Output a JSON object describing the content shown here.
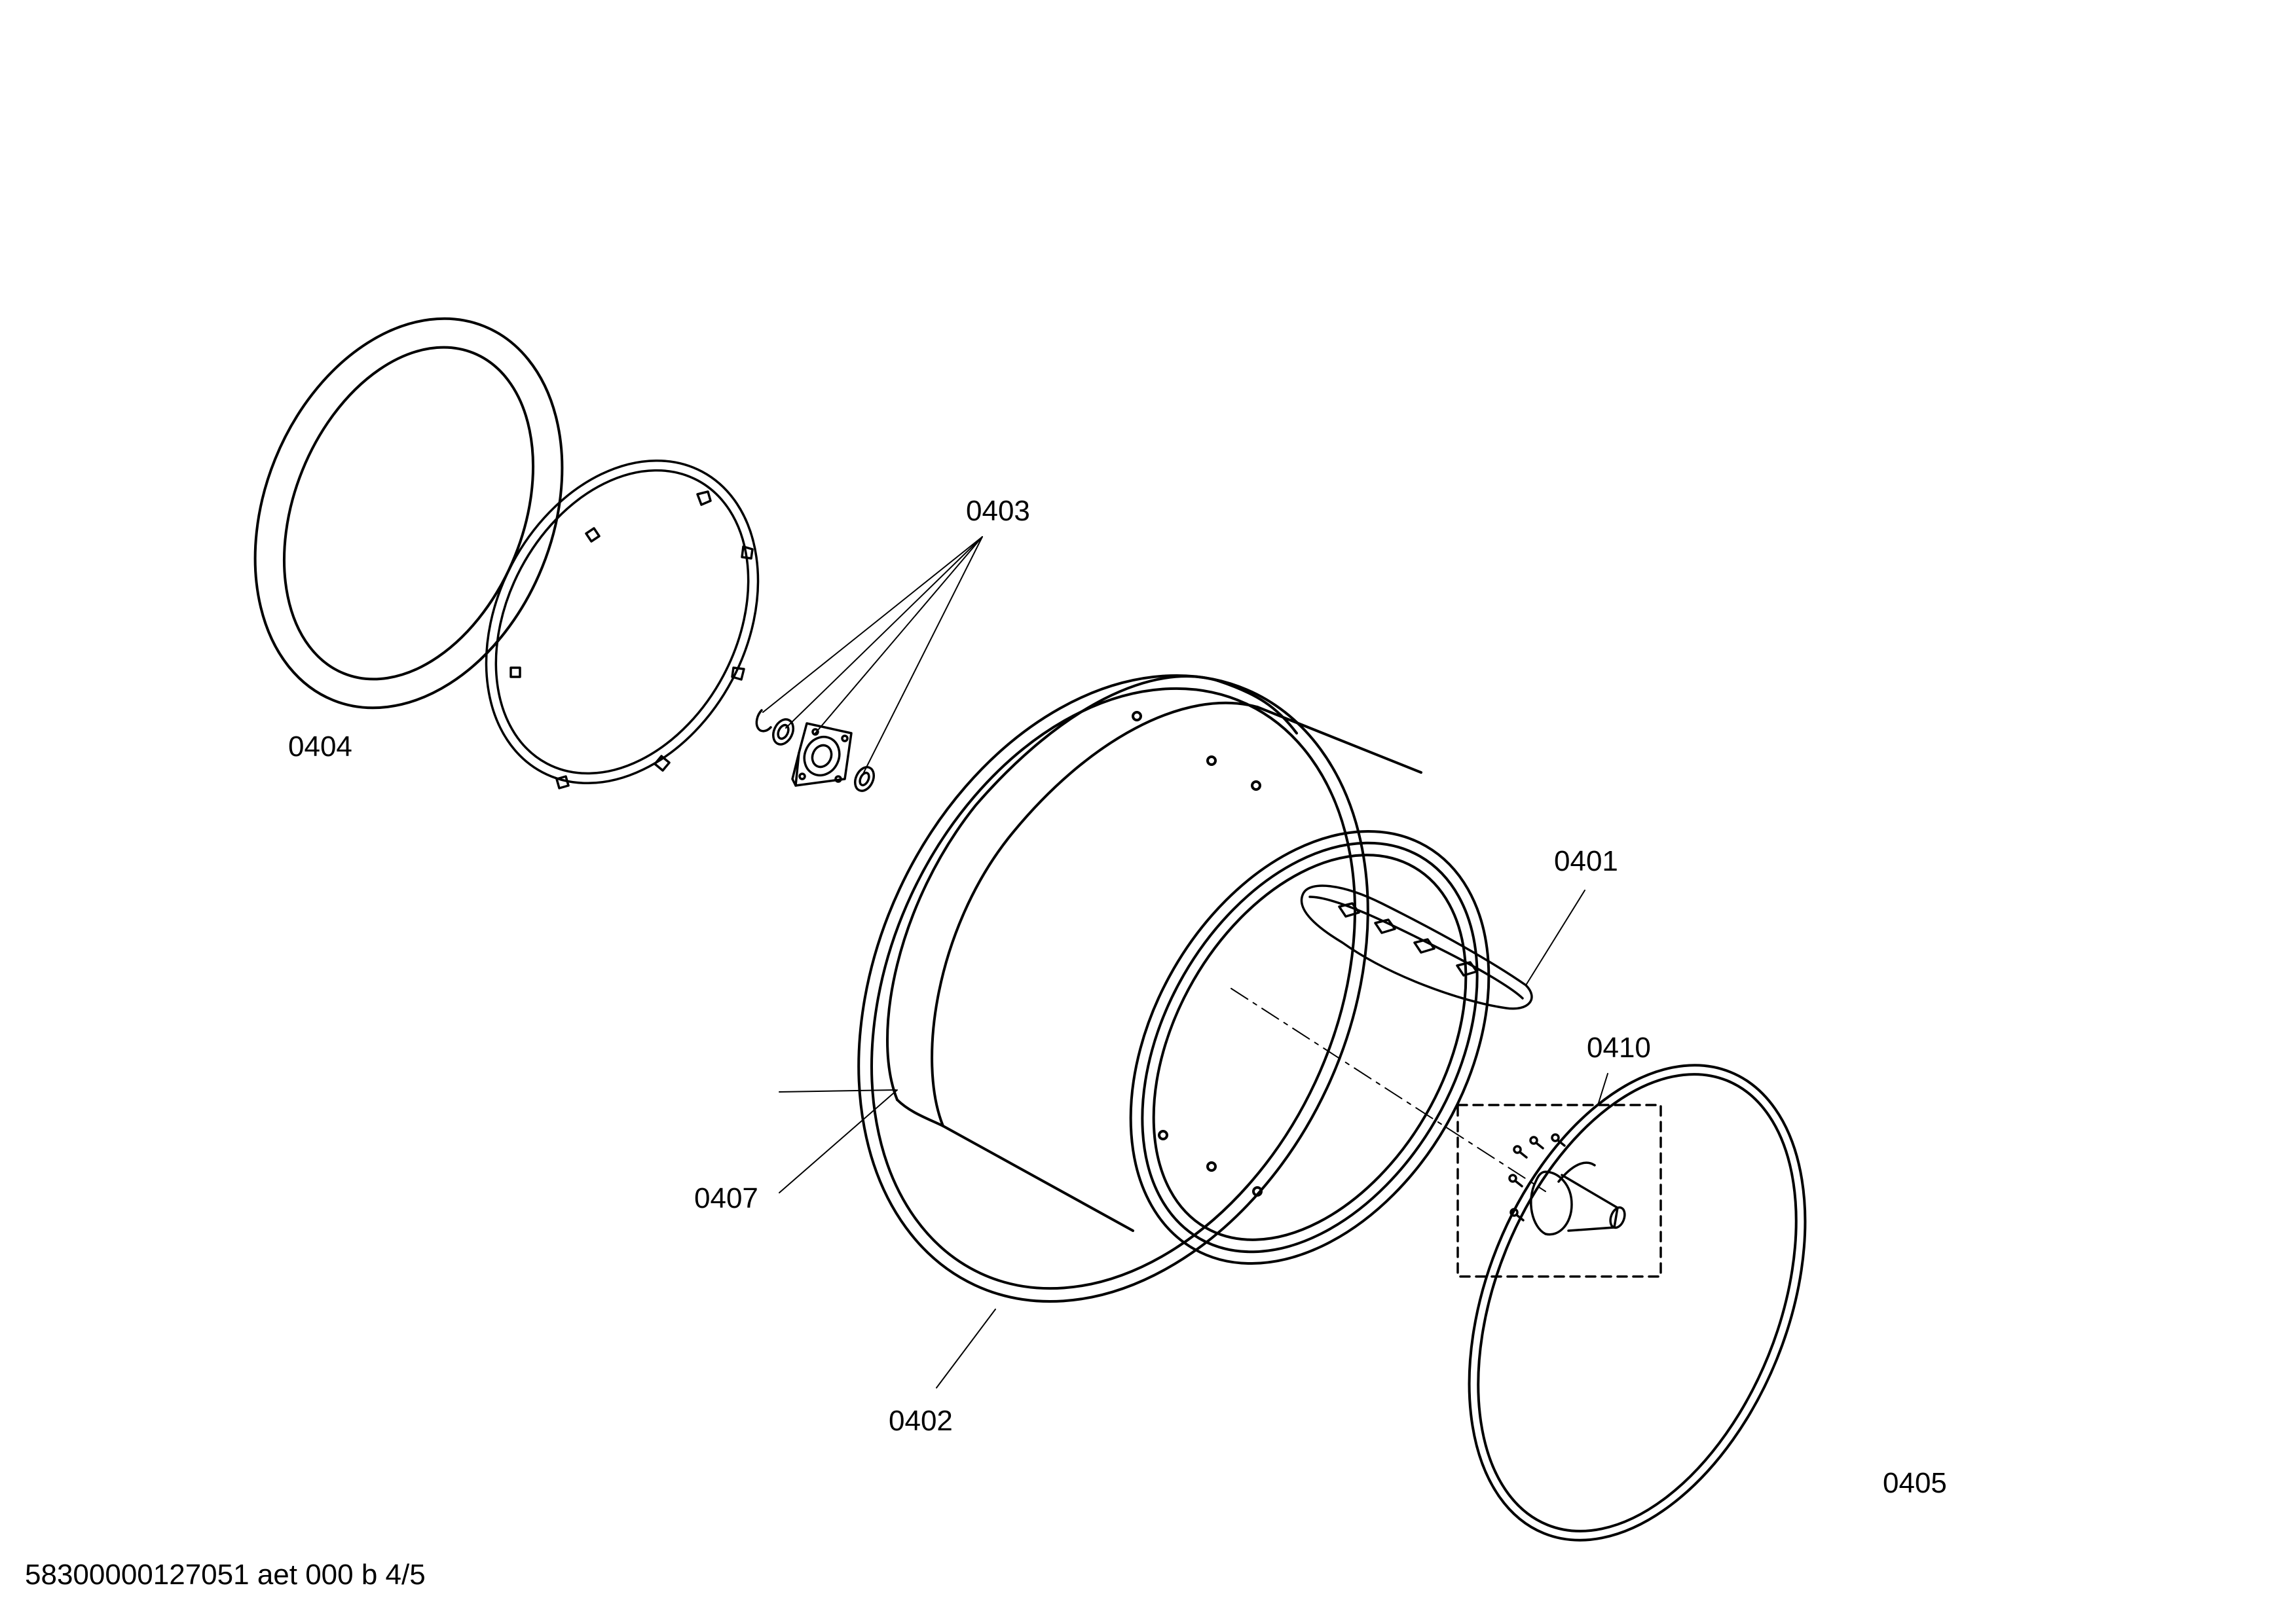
{
  "colors": {
    "stroke": "#000000",
    "fill": "#ffffff"
  },
  "labels": {
    "p0401": "0401",
    "p0402": "0402",
    "p0403": "0403",
    "p0404": "0404",
    "p0405": "0405",
    "p0407": "0407",
    "p0410": "0410"
  },
  "footer": {
    "doc_code": "58300000127051 aet 000 b 4/5"
  }
}
